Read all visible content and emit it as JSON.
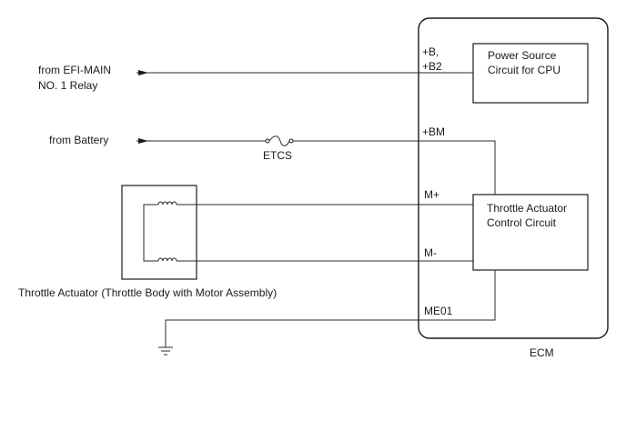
{
  "inputs": {
    "efi_line1": "from EFI-MAIN",
    "efi_line2": "NO. 1 Relay",
    "battery": "from Battery"
  },
  "fuse_label": "ETCS",
  "ecm": {
    "label": "ECM",
    "terminals": {
      "b_plus": "+B,",
      "b2": "+B2",
      "bm": "+BM",
      "m_plus": "M+",
      "m_minus": "M-",
      "me01": "ME01"
    },
    "power_circuit_line1": "Power Source",
    "power_circuit_line2": "Circuit for CPU",
    "throttle_circuit_line1": "Throttle Actuator",
    "throttle_circuit_line2": "Control Circuit"
  },
  "actuator_label": "Throttle Actuator (Throttle Body with Motor Assembly)"
}
